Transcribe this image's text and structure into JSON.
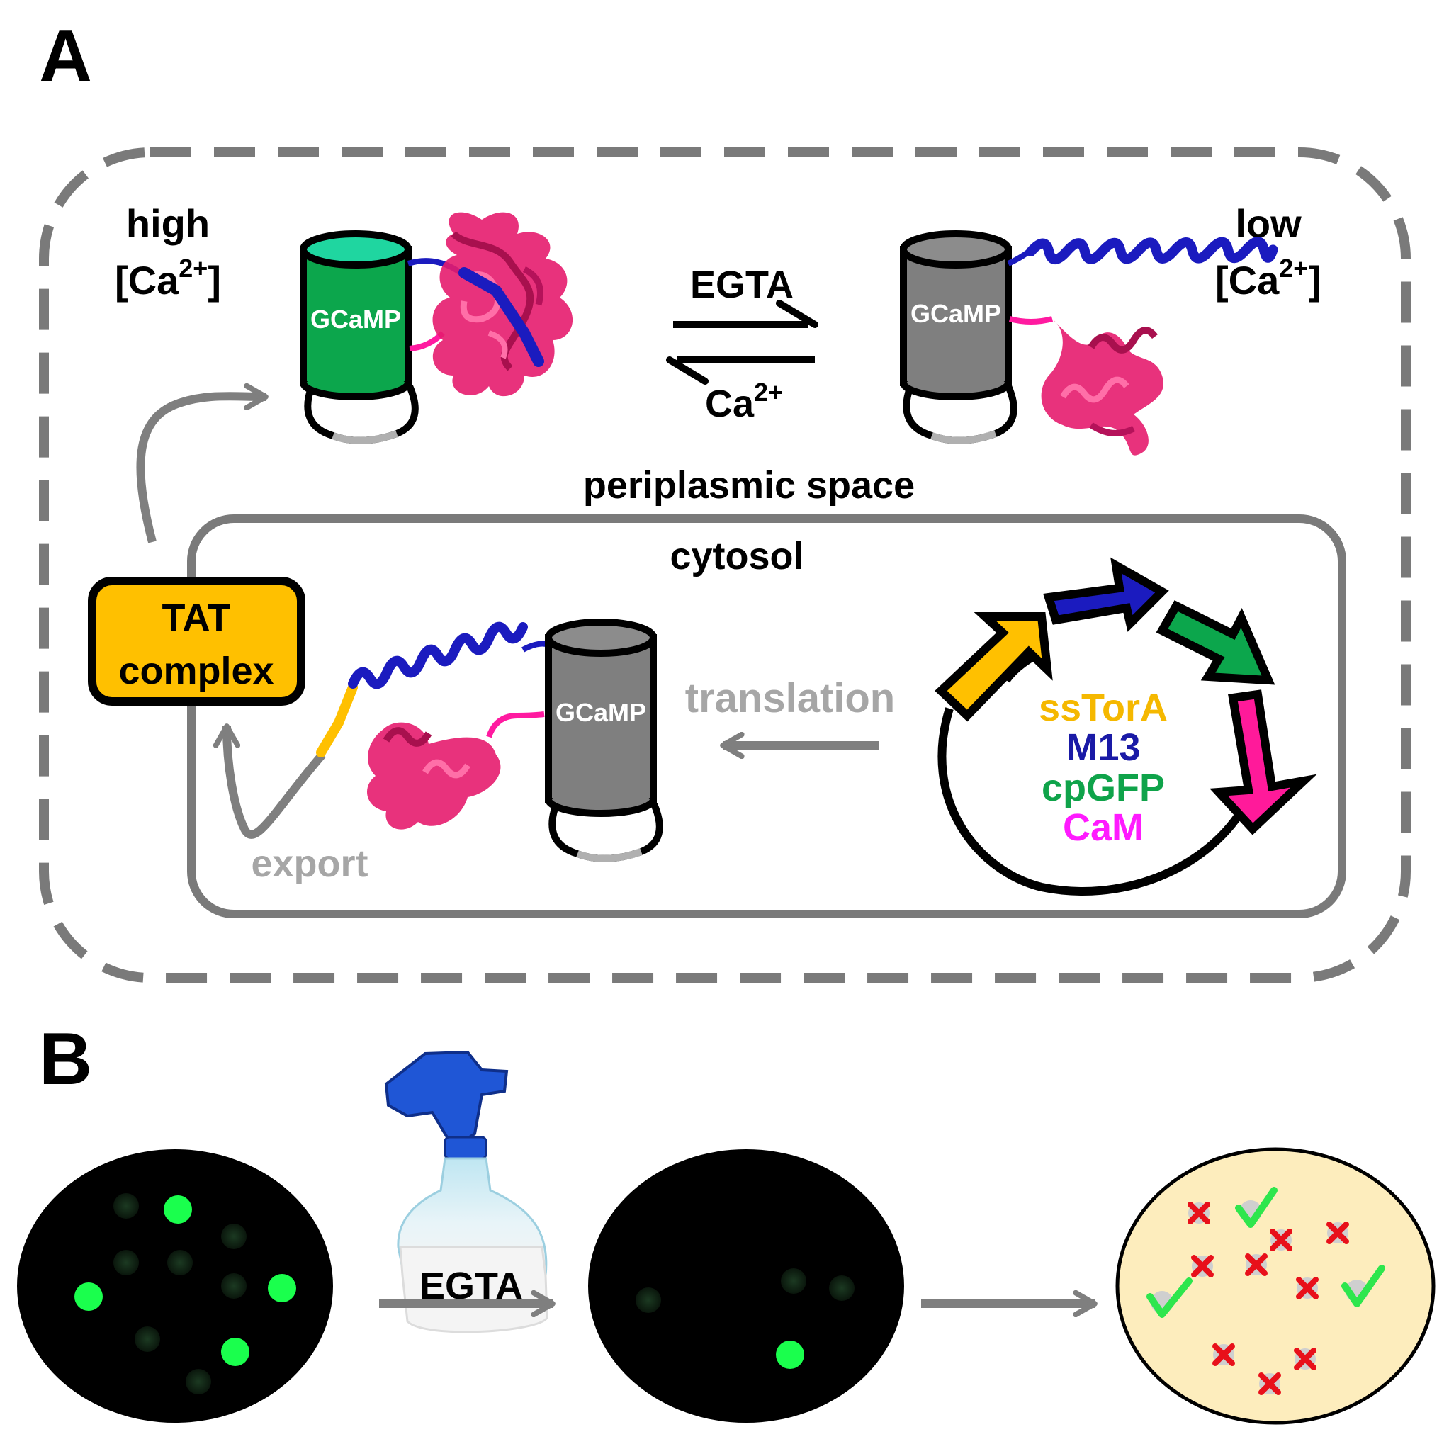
{
  "panels": {
    "a": "A",
    "b": "B"
  },
  "periplasm": {
    "high_label": "high",
    "low_label": "low",
    "ca_label": "[Ca",
    "ca_sup": "2+",
    "ca_close": "]",
    "egta_label": "EGTA",
    "ca2_label": "Ca",
    "ca2_sup": "2+",
    "space_label": "periplasmic space",
    "gcamp_label": "GCaMP"
  },
  "cytosol": {
    "title": "cytosol",
    "tat_line1": "TAT",
    "tat_line2": "complex",
    "translation_label": "translation",
    "export_label": "export",
    "gcamp_label": "GCaMP"
  },
  "plasmid": {
    "parts": [
      {
        "label": "ssTorA",
        "color": "#f5b800"
      },
      {
        "label": "M13",
        "color": "#1a1aa6"
      },
      {
        "label": "cpGFP",
        "color": "#0fa34a"
      },
      {
        "label": "CaM",
        "color": "#ff1aff"
      }
    ]
  },
  "screening": {
    "bottle_label": "EGTA",
    "colors": {
      "plate": "#000000",
      "bright_colony": "#1aff4d",
      "picked_plate": "#fdedbd",
      "check": "#2ee64d",
      "cross": "#e8101a"
    }
  },
  "colors": {
    "bright_state": "#0ca64c",
    "dim_state": "#7f7f7f",
    "membrane": "#7a7a7a",
    "tat": "#ffc000",
    "helix_blue": "#1b1bbf",
    "cam_pink": "#e51c6e",
    "linker_magenta": "#ff1aa0"
  }
}
